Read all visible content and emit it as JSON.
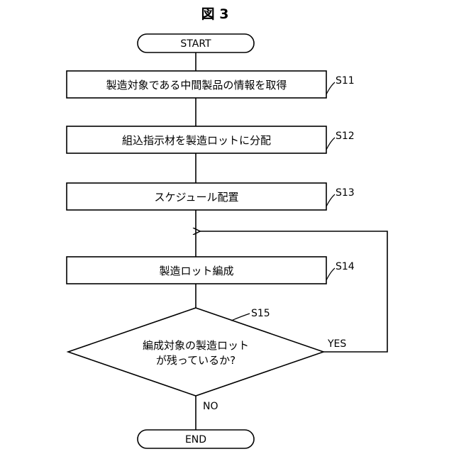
{
  "figure": {
    "title": "図 3"
  },
  "nodes": {
    "start": {
      "label": "START"
    },
    "s11": {
      "label": "製造対象である中間製品の情報を取得",
      "step": "S11"
    },
    "s12": {
      "label": "組込指示材を製造ロットに分配",
      "step": "S12"
    },
    "s13": {
      "label": "スケジュール配置",
      "step": "S13"
    },
    "s14": {
      "label": "製造ロット編成",
      "step": "S14"
    },
    "s15": {
      "line1": "編成対象の製造ロット",
      "line2": "が残っているか?",
      "step": "S15"
    },
    "end": {
      "label": "END"
    }
  },
  "branches": {
    "yes": "YES",
    "no": "NO"
  }
}
